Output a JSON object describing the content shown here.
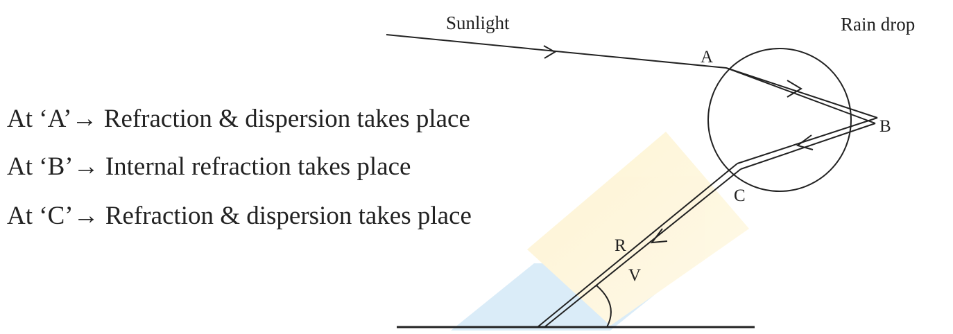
{
  "diagram": {
    "labels": {
      "sunlight": "Sunlight",
      "raindrop": "Rain drop",
      "point_a": "A",
      "point_b": "B",
      "point_c": "C",
      "red": "R",
      "violet": "V"
    },
    "notes": [
      "At ‘A’→ Refraction & dispersion takes place",
      "At ‘B’→ Internal refraction takes place",
      "At ‘C’→ Refraction & dispersion takes place"
    ],
    "colors": {
      "ink": "#222222",
      "watermark_blue": "#d6eaf8",
      "watermark_yellow": "#fdf3cf"
    }
  }
}
